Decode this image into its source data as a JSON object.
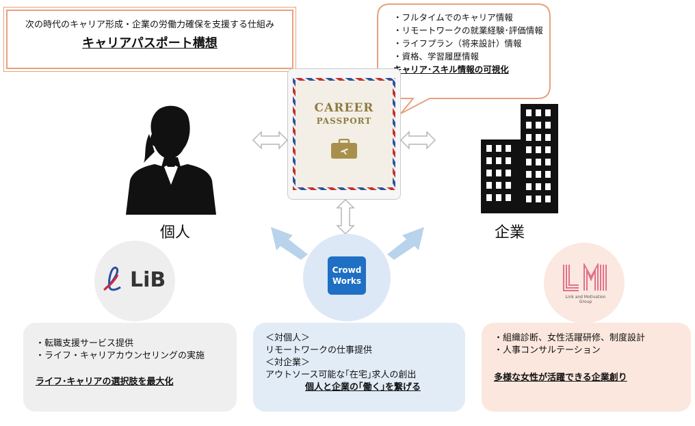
{
  "title_box": {
    "line1": "次の時代のキャリア形成・企業の労働力確保を支援する仕組み",
    "line2": "キャリアパスポート構想"
  },
  "bubble": {
    "items": [
      "・フルタイムでのキャリア情報",
      "・リモートワークの就業経験･評価情報",
      "・ライフプラン（将来設計）情報",
      "・資格、学習履歴情報"
    ],
    "emphasis": "キャリア･スキル情報の可視化"
  },
  "passport": {
    "line1": "CAREER",
    "line2": "PASSPORT"
  },
  "individual_label": "個人",
  "company_label": "企業",
  "logos": {
    "lib": "LiB",
    "crowdworks_line1": "Crowd",
    "crowdworks_line2": "Works",
    "lm_sub": "Link and Motivation Group"
  },
  "boxes": {
    "left": {
      "items": [
        "・転職支援サービス提供",
        "・ライフ・キャリアカウンセリングの実施"
      ],
      "emphasis": "ライフ･キャリアの選択肢を最大化"
    },
    "middle": {
      "items": [
        "＜対個人＞",
        "リモートワークの仕事提供",
        "＜対企業＞",
        "アウトソース可能な｢在宅｣求人の創出"
      ],
      "emphasis": "個人と企業の｢働く｣を繋げる"
    },
    "right": {
      "items": [
        "・組織診断、女性活躍研修、制度設計",
        "・人事コンサルテーション"
      ],
      "emphasis": "多様な女性が活躍できる企業創り"
    }
  },
  "colors": {
    "title_border": "#e8a07c",
    "bubble_border": "#e8a07c",
    "arrow_blue": "#b9d3ec",
    "crowdworks": "#1f6fc4",
    "lm_pink": "#e0718a",
    "lib_red": "#d8263a",
    "lib_blue": "#2a4fa0"
  }
}
